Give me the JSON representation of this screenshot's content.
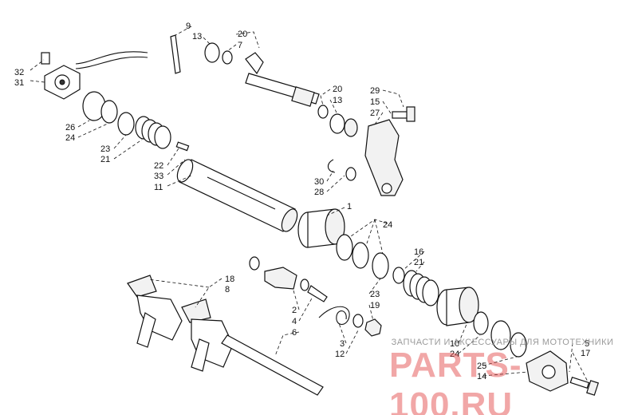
{
  "callouts": [
    {
      "label": "9"
    },
    {
      "label": "13"
    },
    {
      "label": "20"
    },
    {
      "label": "7"
    },
    {
      "label": "32"
    },
    {
      "label": "31"
    },
    {
      "label": "20"
    },
    {
      "label": "13"
    },
    {
      "label": "29"
    },
    {
      "label": "15"
    },
    {
      "label": "27"
    },
    {
      "label": "26"
    },
    {
      "label": "24"
    },
    {
      "label": "23"
    },
    {
      "label": "21"
    },
    {
      "label": "22"
    },
    {
      "label": "33"
    },
    {
      "label": "11"
    },
    {
      "label": "30"
    },
    {
      "label": "28"
    },
    {
      "label": "1"
    },
    {
      "label": "24"
    },
    {
      "label": "16"
    },
    {
      "label": "21"
    },
    {
      "label": "18"
    },
    {
      "label": "8"
    },
    {
      "label": "2"
    },
    {
      "label": "4"
    },
    {
      "label": "6"
    },
    {
      "label": "23"
    },
    {
      "label": "19"
    },
    {
      "label": "3"
    },
    {
      "label": "12"
    },
    {
      "label": "10"
    },
    {
      "label": "24"
    },
    {
      "label": "5"
    },
    {
      "label": "17"
    },
    {
      "label": "25"
    },
    {
      "label": "14"
    }
  ],
  "watermark": {
    "caption": "ЗАПЧАСТИ И АКСЕССУАРЫ ДЛЯ МОТОТЕХНИКИ",
    "brand": "PARTS-100.RU"
  },
  "colors": {
    "line": "#111111",
    "watermark": "#e13c3c",
    "background": "#ffffff"
  }
}
